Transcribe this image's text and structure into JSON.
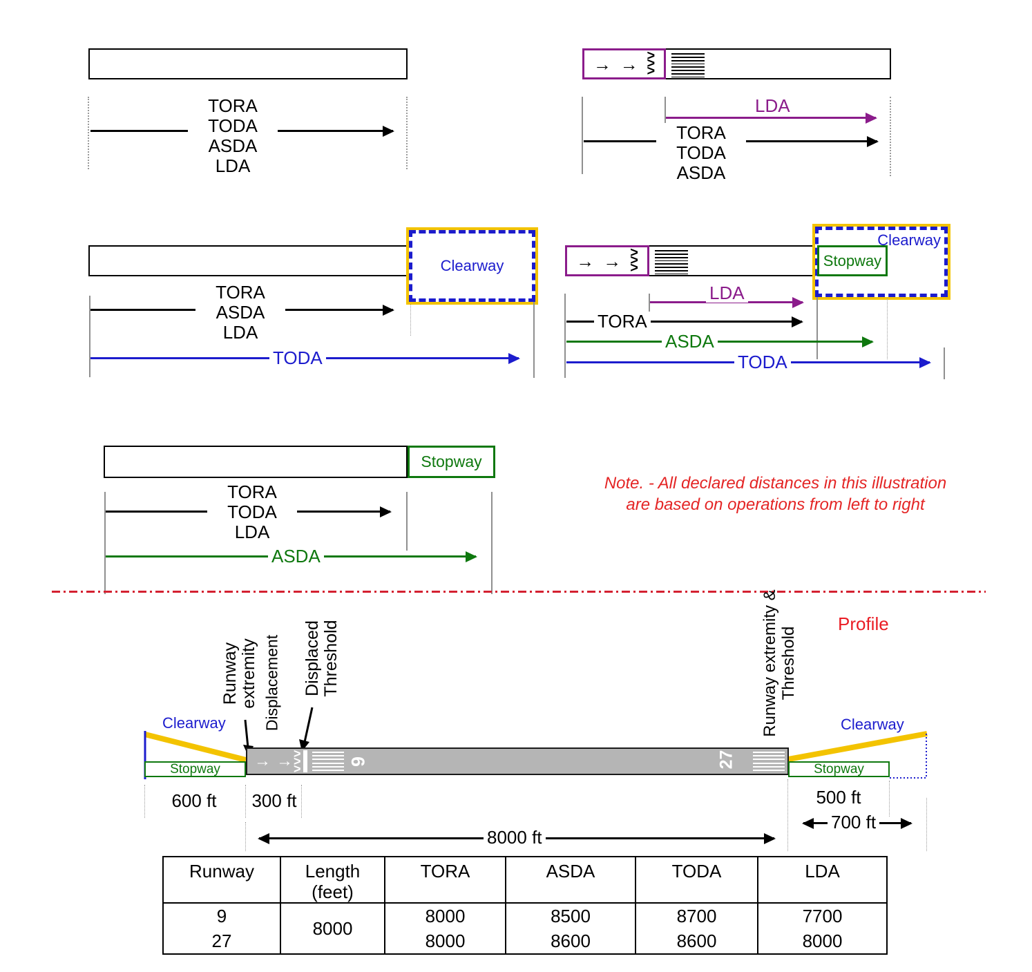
{
  "icons": {
    "arrow": "→",
    "chevron": ">"
  },
  "plan_diagrams": {
    "basic": {
      "distances": [
        "TORA",
        "TODA",
        "ASDA",
        "LDA"
      ]
    },
    "displaced_threshold": {
      "lda": "LDA",
      "distances": [
        "TORA",
        "TODA",
        "ASDA"
      ]
    },
    "clearway": {
      "clearway": "Clearway",
      "distances": [
        "TORA",
        "ASDA",
        "LDA"
      ],
      "toda": "TODA"
    },
    "clearway_stopway_displaced": {
      "clearway": "Clearway",
      "stopway": "Stopway",
      "lda": "LDA",
      "tora": "TORA",
      "asda": "ASDA",
      "toda": "TODA"
    },
    "stopway": {
      "stopway": "Stopway",
      "distances": [
        "TORA",
        "TODA",
        "LDA"
      ],
      "asda": "ASDA"
    }
  },
  "note": {
    "line1": "Note. - All declared distances in this illustration",
    "line2": "are based on operations from left to right"
  },
  "profile": {
    "title": "Profile",
    "left_clearway": "Clearway",
    "left_stopway": "Stopway",
    "runway_extremity": "Runway\nextremity",
    "displacement": "Displacement",
    "displaced_threshold": "Displaced\nThreshold",
    "right_extremity": "Runway extremity &\nThreshold",
    "right_clearway": "Clearway",
    "right_stopway": "Stopway",
    "runway_number_left": "6",
    "runway_number_right": "27",
    "dims": {
      "left_clearway": "600 ft",
      "displacement": "300 ft",
      "runway": "8000 ft",
      "right_stopway": "500 ft",
      "right_clearway": "700 ft"
    }
  },
  "table": {
    "headers": [
      "Runway",
      "Length\n(feet)",
      "TORA",
      "ASDA",
      "TODA",
      "LDA"
    ],
    "length_shared": "8000",
    "rows": [
      {
        "runway": "9",
        "tora": "8000",
        "asda": "8500",
        "toda": "8700",
        "lda": "7700"
      },
      {
        "runway": "27",
        "tora": "8000",
        "asda": "8600",
        "toda": "8600",
        "lda": "8000"
      }
    ]
  },
  "colors": {
    "purple": "#8b1c8b",
    "blue": "#1c1ccd",
    "green": "#0e780e",
    "gold": "#f3c300",
    "red": "#e42525",
    "runway_gray": "#b5b5b5"
  }
}
